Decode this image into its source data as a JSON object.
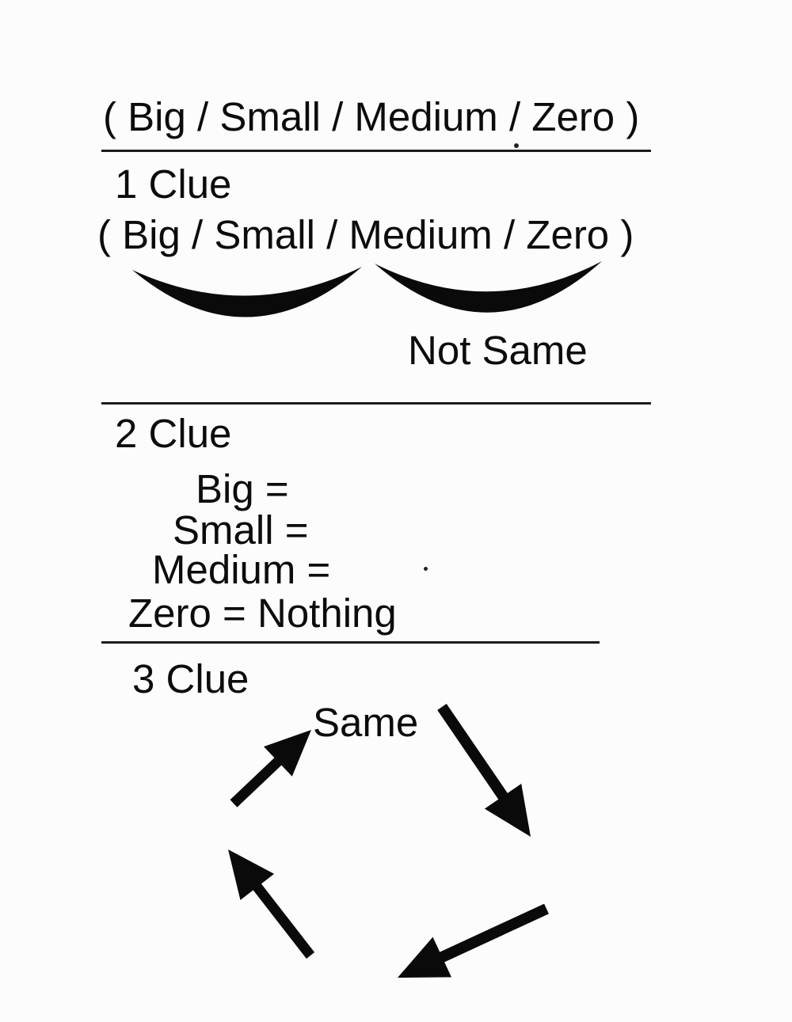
{
  "page": {
    "background": "#fcfcfc",
    "ink_color": "#0b0b0b",
    "kind": "scanned worksheet"
  },
  "header": {
    "options_line": "( Big / Small / Medium / Zero )"
  },
  "clue1": {
    "heading": "1 Clue",
    "options_line": "( Big / Small / Medium / Zero )",
    "annotation": "Not Same"
  },
  "clue2": {
    "heading": "2 Clue",
    "definitions": [
      {
        "label": "Big ="
      },
      {
        "label": "Small ="
      },
      {
        "label": "Medium ="
      },
      {
        "label": "Zero = Nothing"
      }
    ]
  },
  "clue3": {
    "heading": "3 Clue",
    "cycle_label": "Same"
  },
  "decorations": {
    "stray_dot": ".",
    "graphics": [
      "swoosh-underline-left",
      "swoosh-underline-right",
      "cycle-arrow-up-right",
      "cycle-arrow-down-right",
      "cycle-arrow-down-left",
      "cycle-arrow-up-left"
    ]
  }
}
